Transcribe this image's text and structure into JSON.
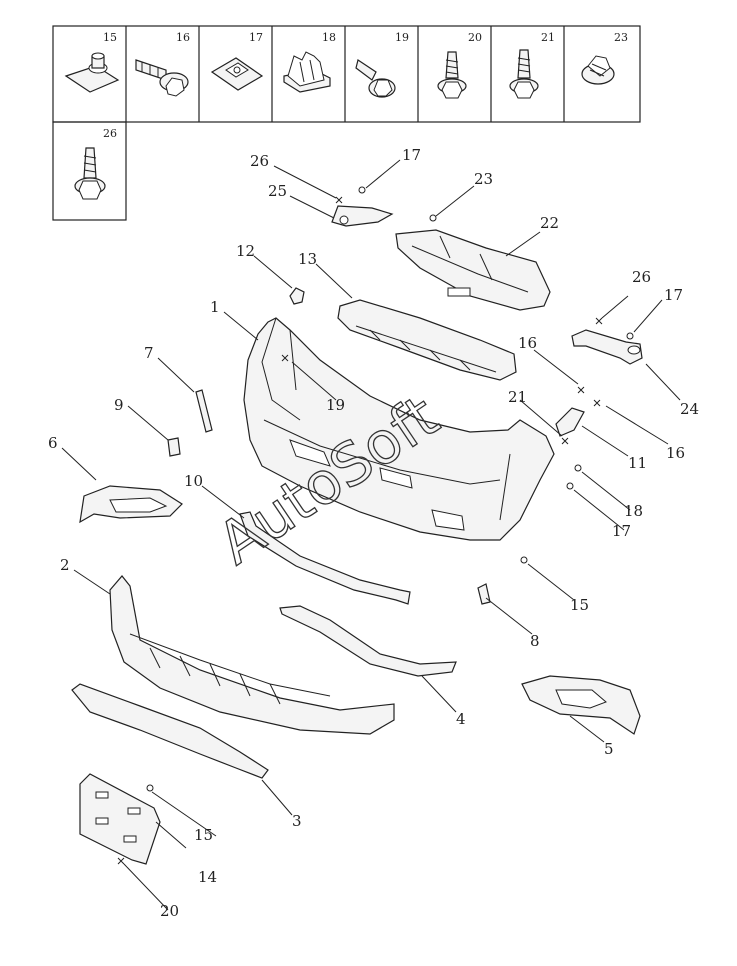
{
  "legend": {
    "cells": [
      "15",
      "16",
      "17",
      "18",
      "19",
      "20",
      "21",
      "23",
      "26"
    ]
  },
  "callouts": [
    "1",
    "2",
    "3",
    "4",
    "5",
    "6",
    "7",
    "8",
    "9",
    "10",
    "11",
    "12",
    "13",
    "14",
    "15",
    "15",
    "16",
    "16",
    "17",
    "17",
    "17",
    "18",
    "19",
    "20",
    "21",
    "22",
    "23",
    "24",
    "25",
    "26",
    "26"
  ],
  "watermark": "AutoSoft"
}
